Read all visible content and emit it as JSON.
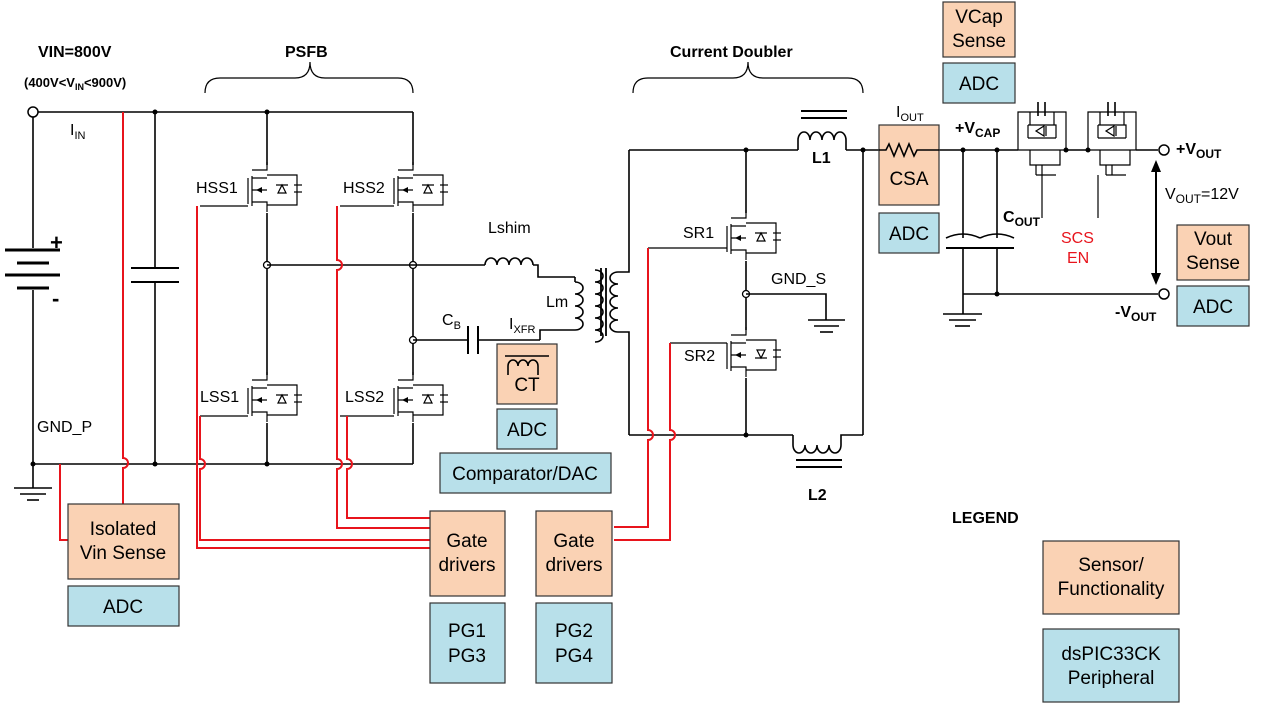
{
  "source": {
    "vin_label": "VIN=800V",
    "range_open": "(400V<V",
    "range_sub": "IN",
    "range_close": "<900V)",
    "iin_main": "I",
    "iin_sub": "IN",
    "plus": "+",
    "minus": "-",
    "gnd_label": "GND_P"
  },
  "psfb": {
    "title": "PSFB",
    "hss1": "HSS1",
    "hss2": "HSS2",
    "lss1": "LSS1",
    "lss2": "LSS2",
    "lshim": "Lshim",
    "lm": "Lm",
    "cb_main": "C",
    "cb_sub": "B",
    "ixfr_main": "I",
    "ixfr_sub": "XFR"
  },
  "doubler": {
    "title": "Current Doubler",
    "sr1": "SR1",
    "sr2": "SR2",
    "gnd_s": "GND_S",
    "l1": "L1",
    "l2": "L2"
  },
  "output": {
    "iout_main": "I",
    "iout_sub": "OUT",
    "vcap_main": "+V",
    "vcap_sub": "CAP",
    "cout_main": "C",
    "cout_sub": "OUT",
    "vout_pos_main": "+V",
    "vout_pos_sub": "OUT",
    "vout_neg_main": "-V",
    "vout_neg_sub": "OUT",
    "vout_val_main": "V",
    "vout_val_sub": "OUT",
    "vout_val_rest": "=12V",
    "scs_line1": "SCS",
    "scs_line2": "EN"
  },
  "blocks": {
    "vcap_sense": [
      "VCap",
      "Sense"
    ],
    "adc": "ADC",
    "csa": "CSA",
    "ct": "CT",
    "comparator": "Comparator/DAC",
    "vout_sense": [
      "Vout",
      "Sense"
    ],
    "isolated_vin": [
      "Isolated",
      "Vin Sense"
    ],
    "gate_drivers": [
      "Gate",
      "drivers"
    ],
    "pg_left": [
      "PG1",
      "PG3"
    ],
    "pg_right": [
      "PG2",
      "PG4"
    ]
  },
  "legend": {
    "title": "LEGEND",
    "sensor": [
      "Sensor/",
      "Functionality"
    ],
    "peripheral": [
      "dsPIC33CK",
      "Peripheral"
    ]
  },
  "colors": {
    "sensor_fill": "#fad2b4",
    "peripheral_fill": "#b8e0ea",
    "signal_wire": "#e8141c"
  }
}
